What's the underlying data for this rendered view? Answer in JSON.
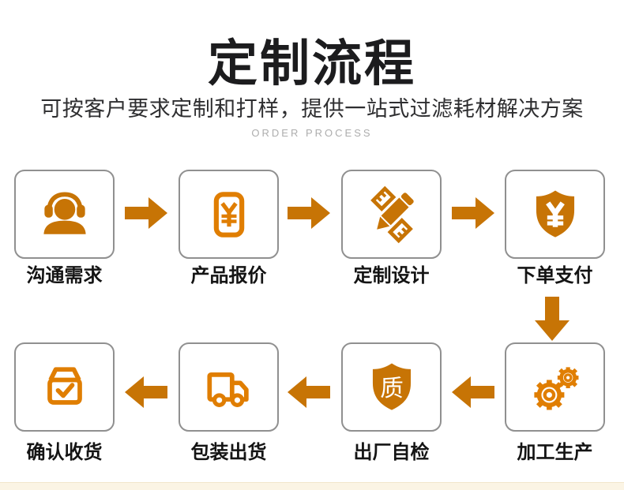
{
  "page": {
    "title": "定制流程",
    "subtitle": "可按客户要求定制和打样，提供一站式过滤耗材解决方案",
    "tagline": "ORDER PROCESS"
  },
  "steps": [
    {
      "label": "沟通需求",
      "icon": "headset-agent-icon"
    },
    {
      "label": "产品报价",
      "icon": "yen-quote-icon"
    },
    {
      "label": "定制设计",
      "icon": "pencil-ruler-icon"
    },
    {
      "label": "下单支付",
      "icon": "shield-yen-icon"
    },
    {
      "label": "加工生产",
      "icon": "gears-icon"
    },
    {
      "label": "出厂自检",
      "icon": "shield-quality-icon",
      "badge_char": "质"
    },
    {
      "label": "包装出货",
      "icon": "delivery-truck-icon"
    },
    {
      "label": "确认收货",
      "icon": "package-check-icon"
    }
  ],
  "flow": {
    "top_row_direction": "right",
    "connector_direction": "down",
    "bottom_row_direction": "left"
  },
  "colors": {
    "solid_icon_orange": "#C77405",
    "outline_icon_orange": "#E07E02",
    "arrow_orange": "#C77405",
    "title_black": "#1C1C1E",
    "label_black": "#141414",
    "subtitle_gray": "#2E2E30",
    "tagline_gray": "#ADADAD",
    "box_border_gray": "#909090",
    "bottom_strip_cream": "#FBF4E4"
  }
}
